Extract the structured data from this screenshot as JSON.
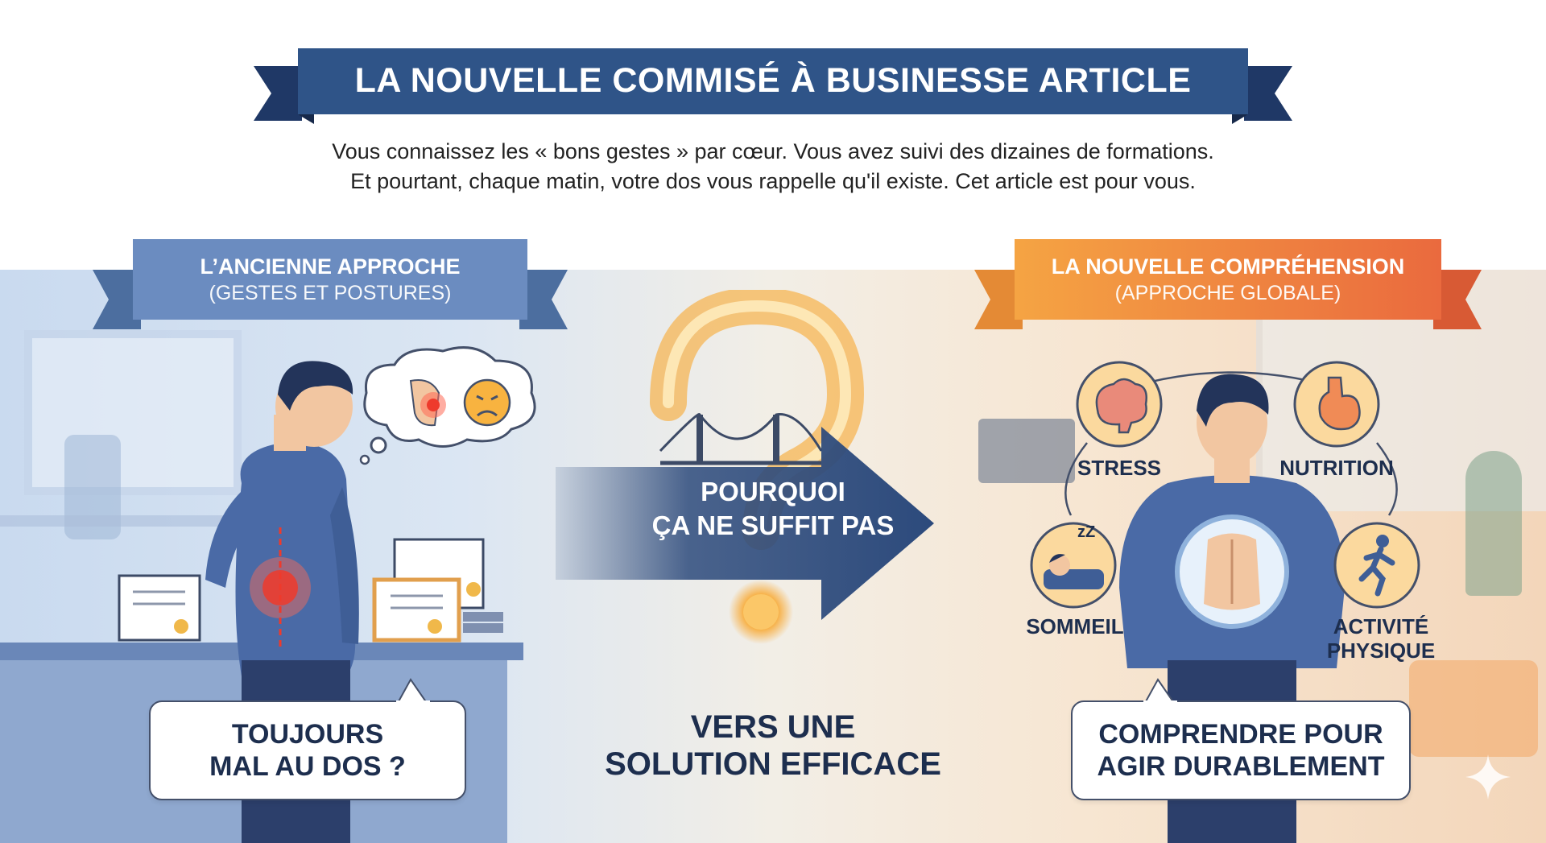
{
  "title": "LA NOUVELLE COMMISÉ À BUSINESSE ARTICLE",
  "intro": {
    "line1": "Vous connaissez les « bons gestes » par cœur. Vous avez suivi des dizaines de formations.",
    "line2": "Et pourtant, chaque matin, votre dos vous rappelle qu'il existe. Cet article est pour vous."
  },
  "left_panel": {
    "banner_title": "L’ANCIENNE APPROCHE",
    "banner_subtitle": "(GESTES ET POSTURES)",
    "speech_line1": "TOUJOURS",
    "speech_line2": "MAL AU DOS ?"
  },
  "center": {
    "arrow_line1": "POURQUOI",
    "arrow_line2": "ÇA NE SUFFIT PAS",
    "caption_line1": "VERS UNE",
    "caption_line2": "SOLUTION EFFICACE"
  },
  "right_panel": {
    "banner_title": "LA NOUVELLE COMPRÉHENSION",
    "banner_subtitle": "(APPROCHE GLOBALE)",
    "factors": {
      "stress": "STRESS",
      "nutrition": "NUTRITION",
      "sommeil": "SOMMEIL",
      "activite_line1": "ACTIVITÉ",
      "activite_line2": "PHYSIQUE"
    },
    "speech_line1": "COMPRENDRE POUR",
    "speech_line2": "AGIR DURABLEMENT"
  },
  "thought_bubble": {
    "sleep_symbol": "zZ"
  },
  "colors": {
    "navy": "#2c4a7c",
    "dark_navy": "#1d2e4e",
    "left_banner": "#6b8cc0",
    "orange_start": "#f5a443",
    "orange_end": "#ea6a3e",
    "pain_red": "#ea3b2e",
    "question_glow": "#f7b24a"
  }
}
